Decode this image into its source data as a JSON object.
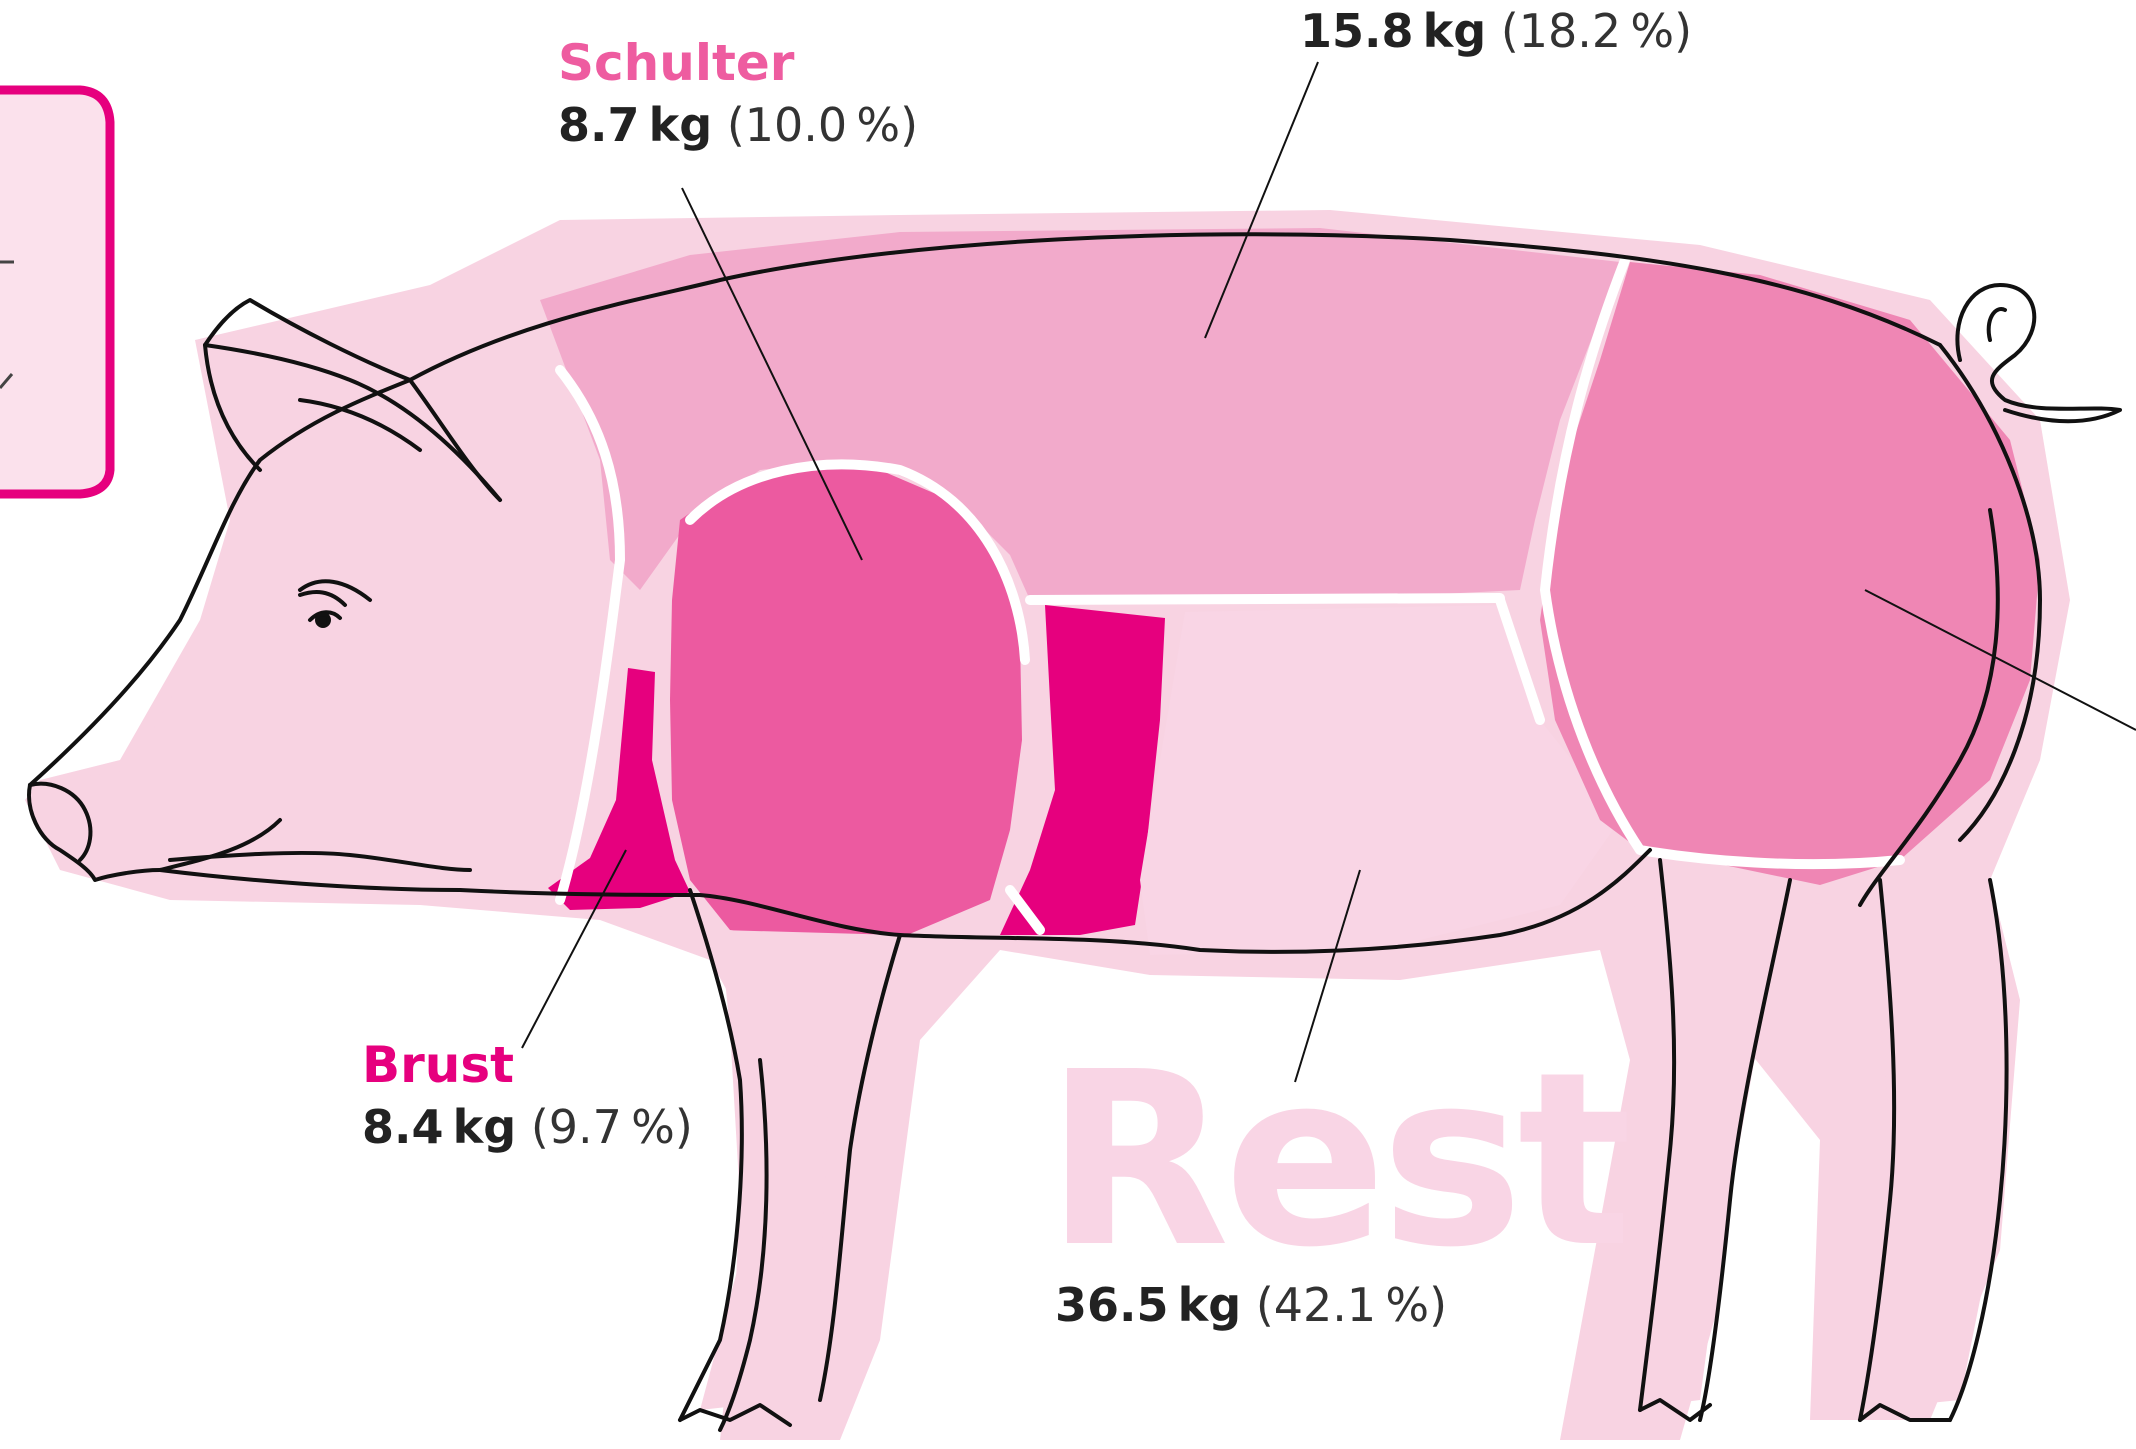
{
  "colors": {
    "frame_pink": "#e6007e",
    "body_light": "#f8d3e2",
    "back_pink": "#f2aacb",
    "shoulder_pink": "#ec5aa0",
    "breast_pink": "#e6007e",
    "ham_pink": "#ef86b4",
    "rest_pale": "#f9d5e5",
    "label_pink": "#ee5ca0",
    "text_dark": "#222222"
  },
  "cuts": {
    "top": {
      "kg": "15.8 kg",
      "pct": "(18.2 %)"
    },
    "schulter": {
      "name": "Schulter",
      "kg": "8.7 kg",
      "pct": "(10.0 %)"
    },
    "brust": {
      "name": "Brust",
      "kg": "8.4 kg",
      "pct": "(9.7 %)"
    },
    "rest": {
      "name": "Rest",
      "kg": "36.5 kg",
      "pct": "(42.1 %)"
    }
  }
}
